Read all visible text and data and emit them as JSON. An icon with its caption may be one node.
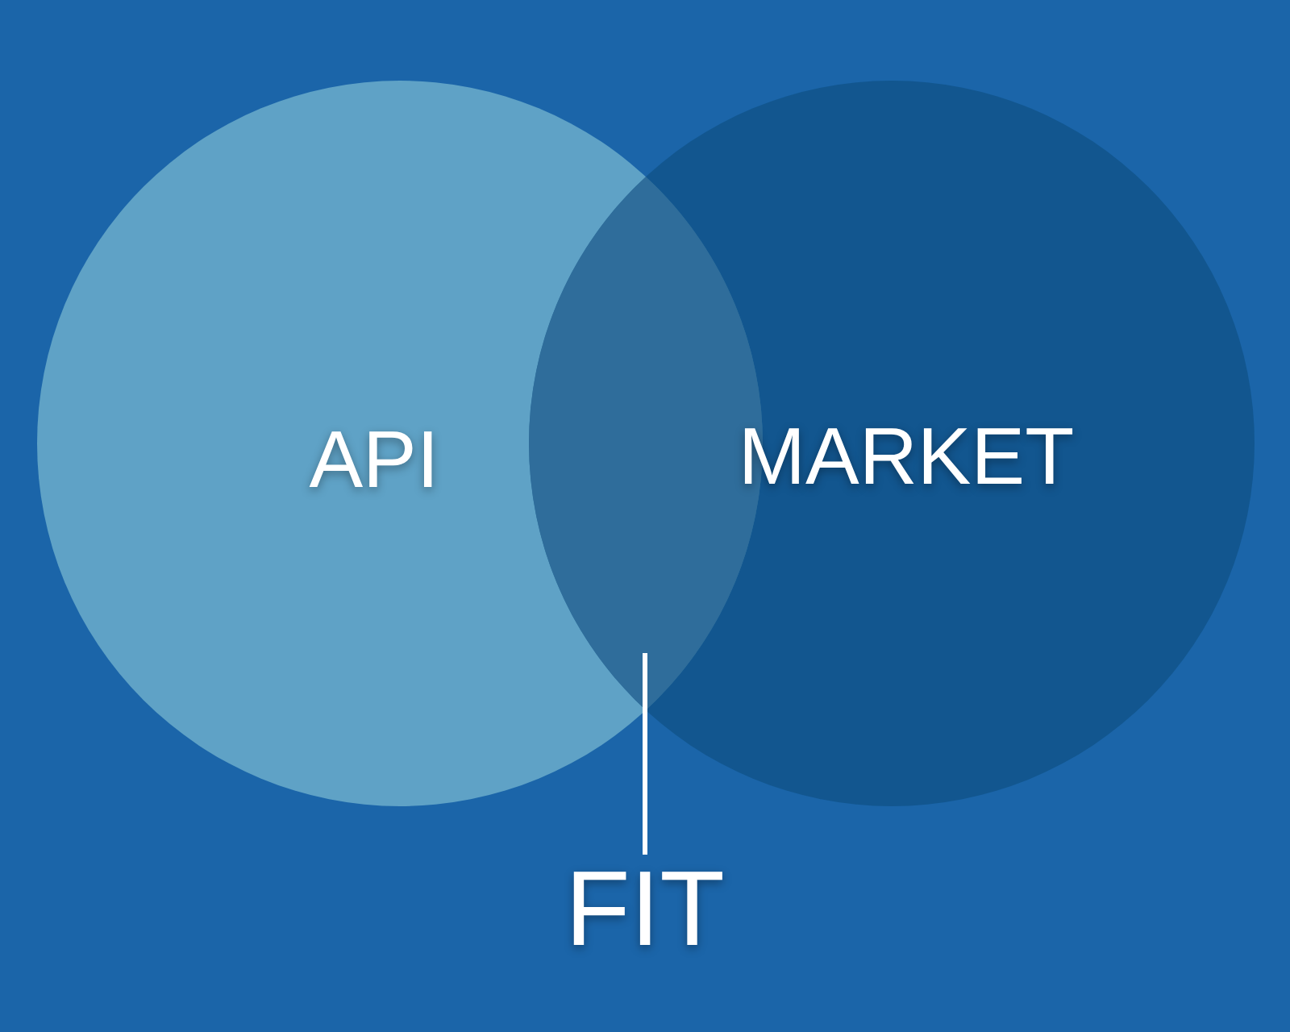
{
  "diagram": {
    "nodes": [
      {
        "text": [
          "API"
        ]
      },
      {
        "text": [
          "MARKET"
        ]
      },
      {
        "text": [
          "FIT"
        ]
      },
      {
        "text": [],
        "shape": "lens"
      }
    ],
    "edges": [
      {
        "from": 2,
        "to": 3,
        "arrow": "none"
      }
    ]
  }
}
